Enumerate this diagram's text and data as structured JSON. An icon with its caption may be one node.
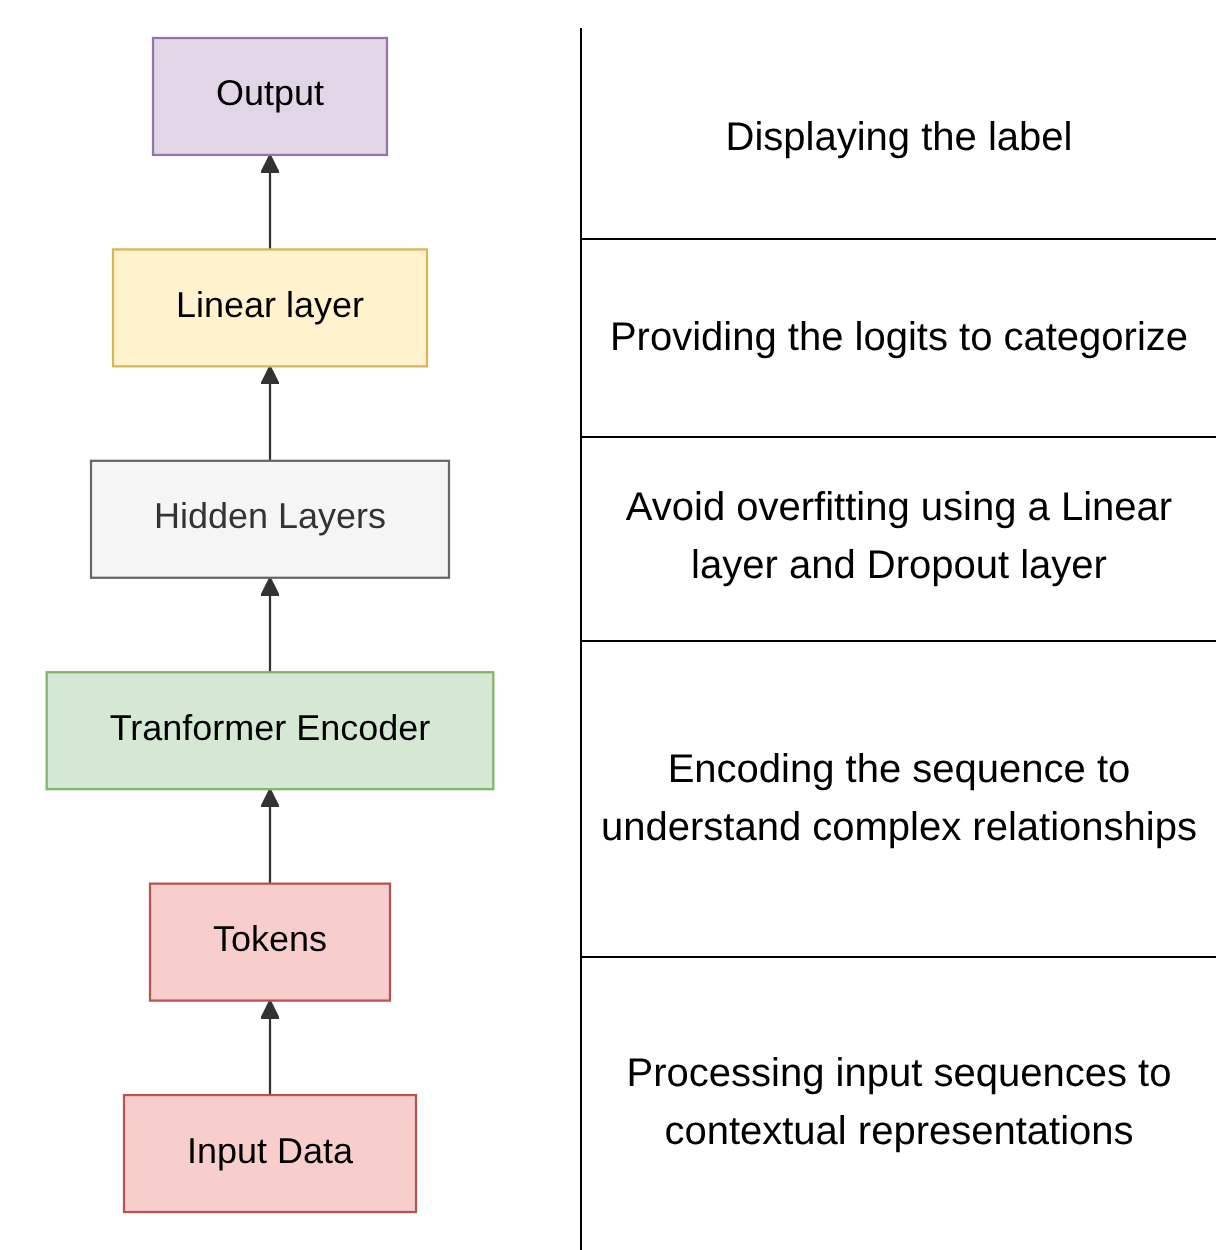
{
  "diagram": {
    "nodes": [
      {
        "text": [
          "Output"
        ]
      },
      {
        "text": [
          "Linear layer"
        ]
      },
      {
        "text": [
          "Hidden Layers"
        ]
      },
      {
        "text": [
          "Tranformer Encoder"
        ]
      },
      {
        "text": [
          "Tokens"
        ]
      },
      {
        "text": [
          "Input Data"
        ]
      }
    ],
    "edges": [
      {
        "from": 5,
        "to": 4,
        "arrow": "to"
      },
      {
        "from": 4,
        "to": 3,
        "arrow": "to"
      },
      {
        "from": 3,
        "to": 2,
        "arrow": "to"
      },
      {
        "from": 2,
        "to": 1,
        "arrow": "to"
      },
      {
        "from": 1,
        "to": 0,
        "arrow": "to"
      }
    ],
    "labels": [
      "Displaying the label",
      "Providing the logits to categorize",
      "Avoid overfitting using a Linear layer and Dropout layer",
      "Encoding the sequence to understand complex relationships",
      "Processing input sequences to contextual representations"
    ]
  }
}
